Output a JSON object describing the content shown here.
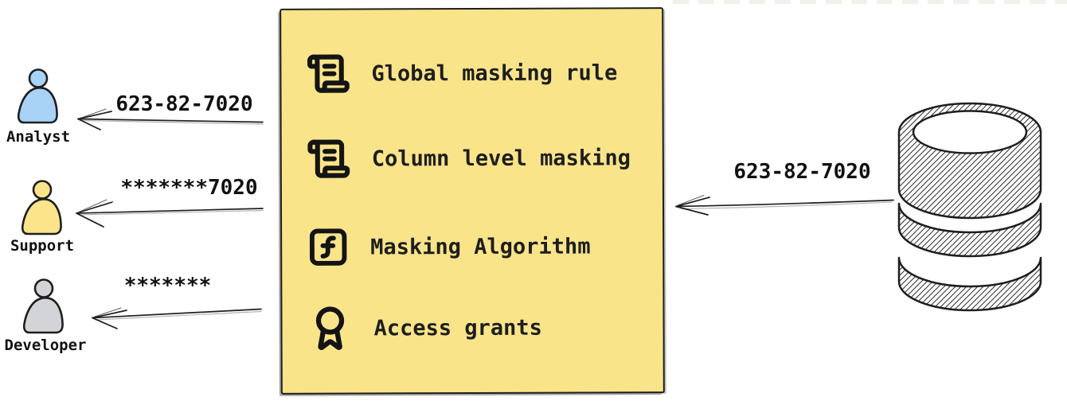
{
  "personas": [
    {
      "name": "Analyst",
      "received_value": "623-82-7020",
      "color": "#a8d3f7"
    },
    {
      "name": "Support",
      "received_value": "*******7020",
      "color": "#fbe48a"
    },
    {
      "name": "Developer",
      "received_value": "*******",
      "color": "#d2d4d8"
    }
  ],
  "policy_box": {
    "background": "#fae48a",
    "border_color": "#1e1e1e",
    "items": [
      {
        "icon": "scroll-text-icon",
        "label": "Global masking rule"
      },
      {
        "icon": "scroll-text-icon",
        "label": "Column level masking"
      },
      {
        "icon": "square-function-icon",
        "label": "Masking Algorithm"
      },
      {
        "icon": "award-icon",
        "label": "Access grants"
      }
    ]
  },
  "source": {
    "icon": "database-icon",
    "flow_value": "623-82-7020"
  }
}
